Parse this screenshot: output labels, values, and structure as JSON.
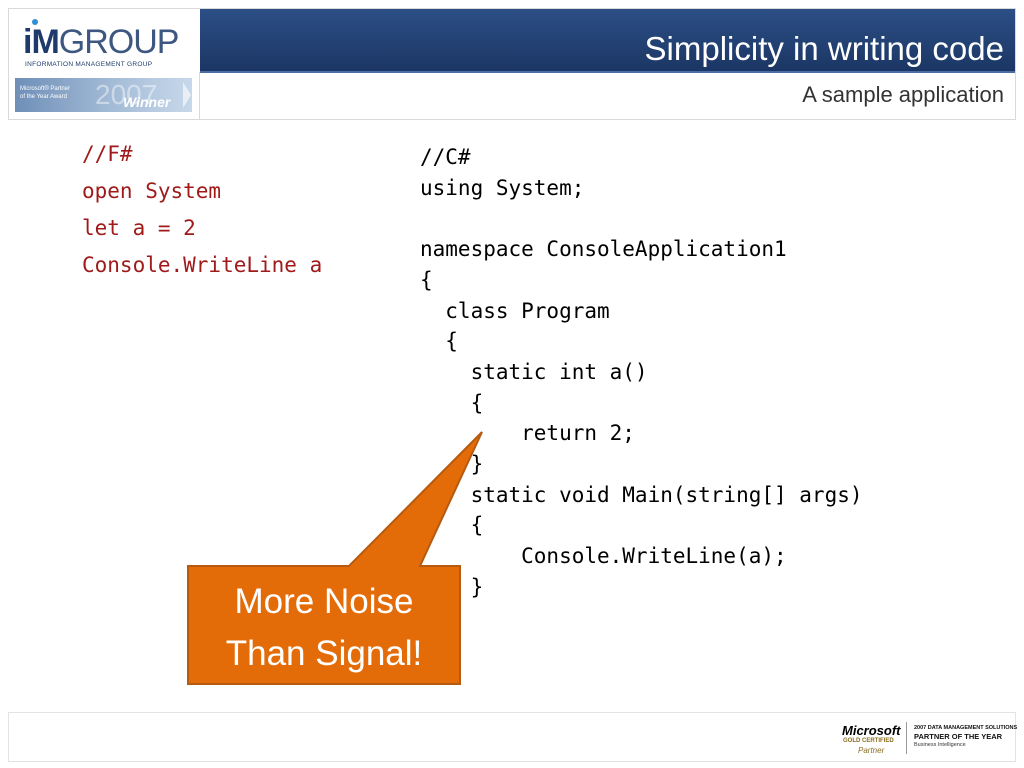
{
  "header": {
    "logo": {
      "im": "iM",
      "group": "GROUP",
      "tagline": "INFORMATION MANAGEMENT GROUP"
    },
    "award": {
      "line1": "Microsoft® Partner",
      "line2": "of the Year Award",
      "year": "2007",
      "winner": "Winner"
    },
    "title": "Simplicity in writing code",
    "subtitle": "A sample application"
  },
  "code": {
    "fsharp": "//F#\nopen System\nlet a = 2\nConsole.WriteLine a",
    "csharp": "//C#\nusing System;\n\nnamespace ConsoleApplication1\n{\n  class Program\n  {\n    static int a()\n    {\n        return 2;\n    }\n    static void Main(string[] args)\n    {\n        Console.WriteLine(a);\n    }\n  }\n}"
  },
  "callout": {
    "line1": "More Noise",
    "line2": "Than Signal!",
    "fill": "#e36c09",
    "border": "#b65a10"
  },
  "footer": {
    "microsoft": "Microsoft",
    "gold_certified": "GOLD CERTIFIED",
    "partner": "Partner",
    "award_line1": "2007 DATA MANAGEMENT SOLUTIONS",
    "award_line2": "PARTNER OF THE YEAR",
    "award_line3": "Business Intelligence"
  },
  "colors": {
    "title_bar": "#1f3c6e",
    "fsharp_text": "#a01a1a"
  }
}
